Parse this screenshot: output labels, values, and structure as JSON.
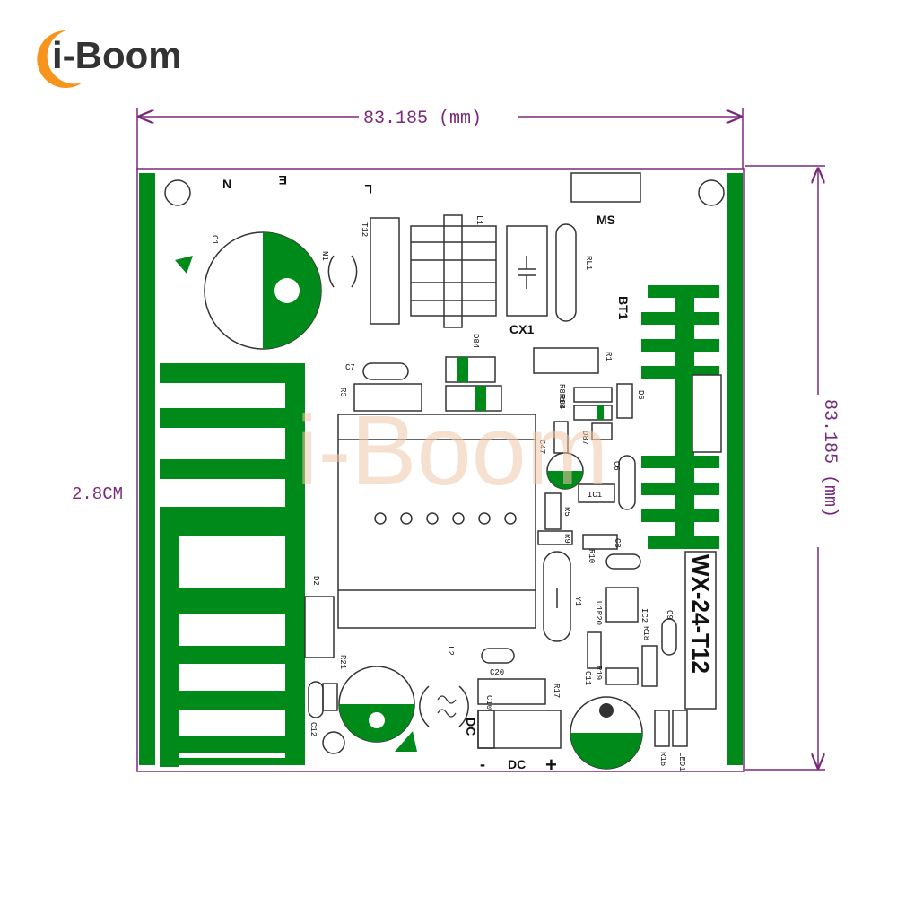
{
  "brand": {
    "name": "i-Boom",
    "accent": "#f7941d"
  },
  "dimensions": {
    "width_label": "83.185 (mm)",
    "height_label": "83.185 (mm)",
    "side_label": "2.8CM"
  },
  "board": {
    "model": "WX-24-T12",
    "trace_color": "#008a1a",
    "outline_color": "#7a2a7a",
    "terminal_labels": {
      "n": "N",
      "e": "E",
      "l": "L"
    },
    "dc_label": "DC",
    "dc_minus": "-",
    "dc_plus": "+",
    "component_labels": {
      "ms": "MS",
      "bt1": "BT1",
      "cx1": "CX1",
      "c1": "C1",
      "t2": "T12",
      "l1": "L1",
      "rl1": "RL1",
      "n1": "N1",
      "c7": "C7",
      "r3": "R3",
      "d84": "D84",
      "r1": "R1",
      "r8": "R8R13",
      "r04": "R04",
      "d6": "D6",
      "c47": "C47",
      "c6": "C6",
      "ic1": "IC1",
      "r5": "R5",
      "r9": "R9",
      "c8": "C8",
      "r10": "R10",
      "y1": "Y1",
      "ic2": "IC2",
      "u1": "U1R20",
      "c9": "C9",
      "r18": "R18",
      "r19": "R19",
      "c11": "C11",
      "d2": "D2",
      "r21": "R21",
      "l2": "L2",
      "c20": "C20",
      "r17": "R17",
      "c10": "C10",
      "c12": "C12",
      "r16": "R16",
      "led1": "LED1",
      "d87": "D87"
    }
  }
}
